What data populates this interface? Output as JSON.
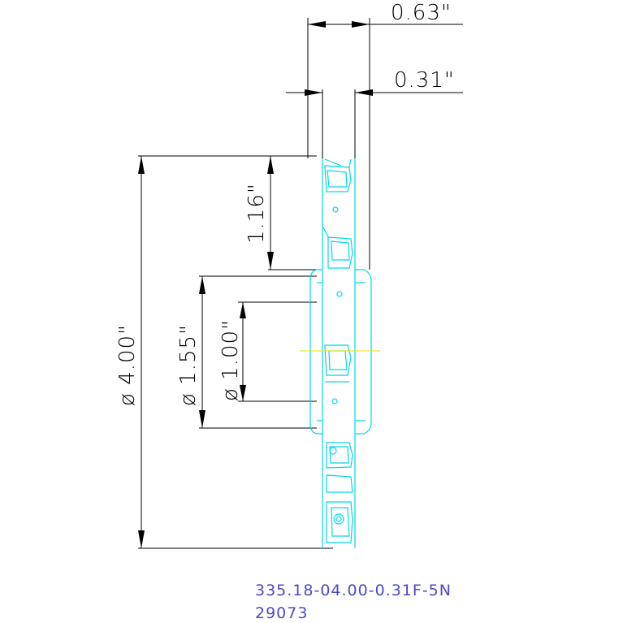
{
  "drawing": {
    "dimensions": {
      "width_total": "0.63\"",
      "width_insert": "0.31\"",
      "insert_radial": "1.16\"",
      "hub_diameter": "ø 1.55\"",
      "bore_diameter": "ø 1.00\"",
      "outer_diameter": "ø 4.00\""
    },
    "part_number": "335.18-04.00-0.31F-5N",
    "item_code": "29073"
  },
  "colors": {
    "part": "#00d8e8",
    "dimensions": "#000000",
    "centerline": "#e8e000",
    "label": "#4a4ac8"
  }
}
